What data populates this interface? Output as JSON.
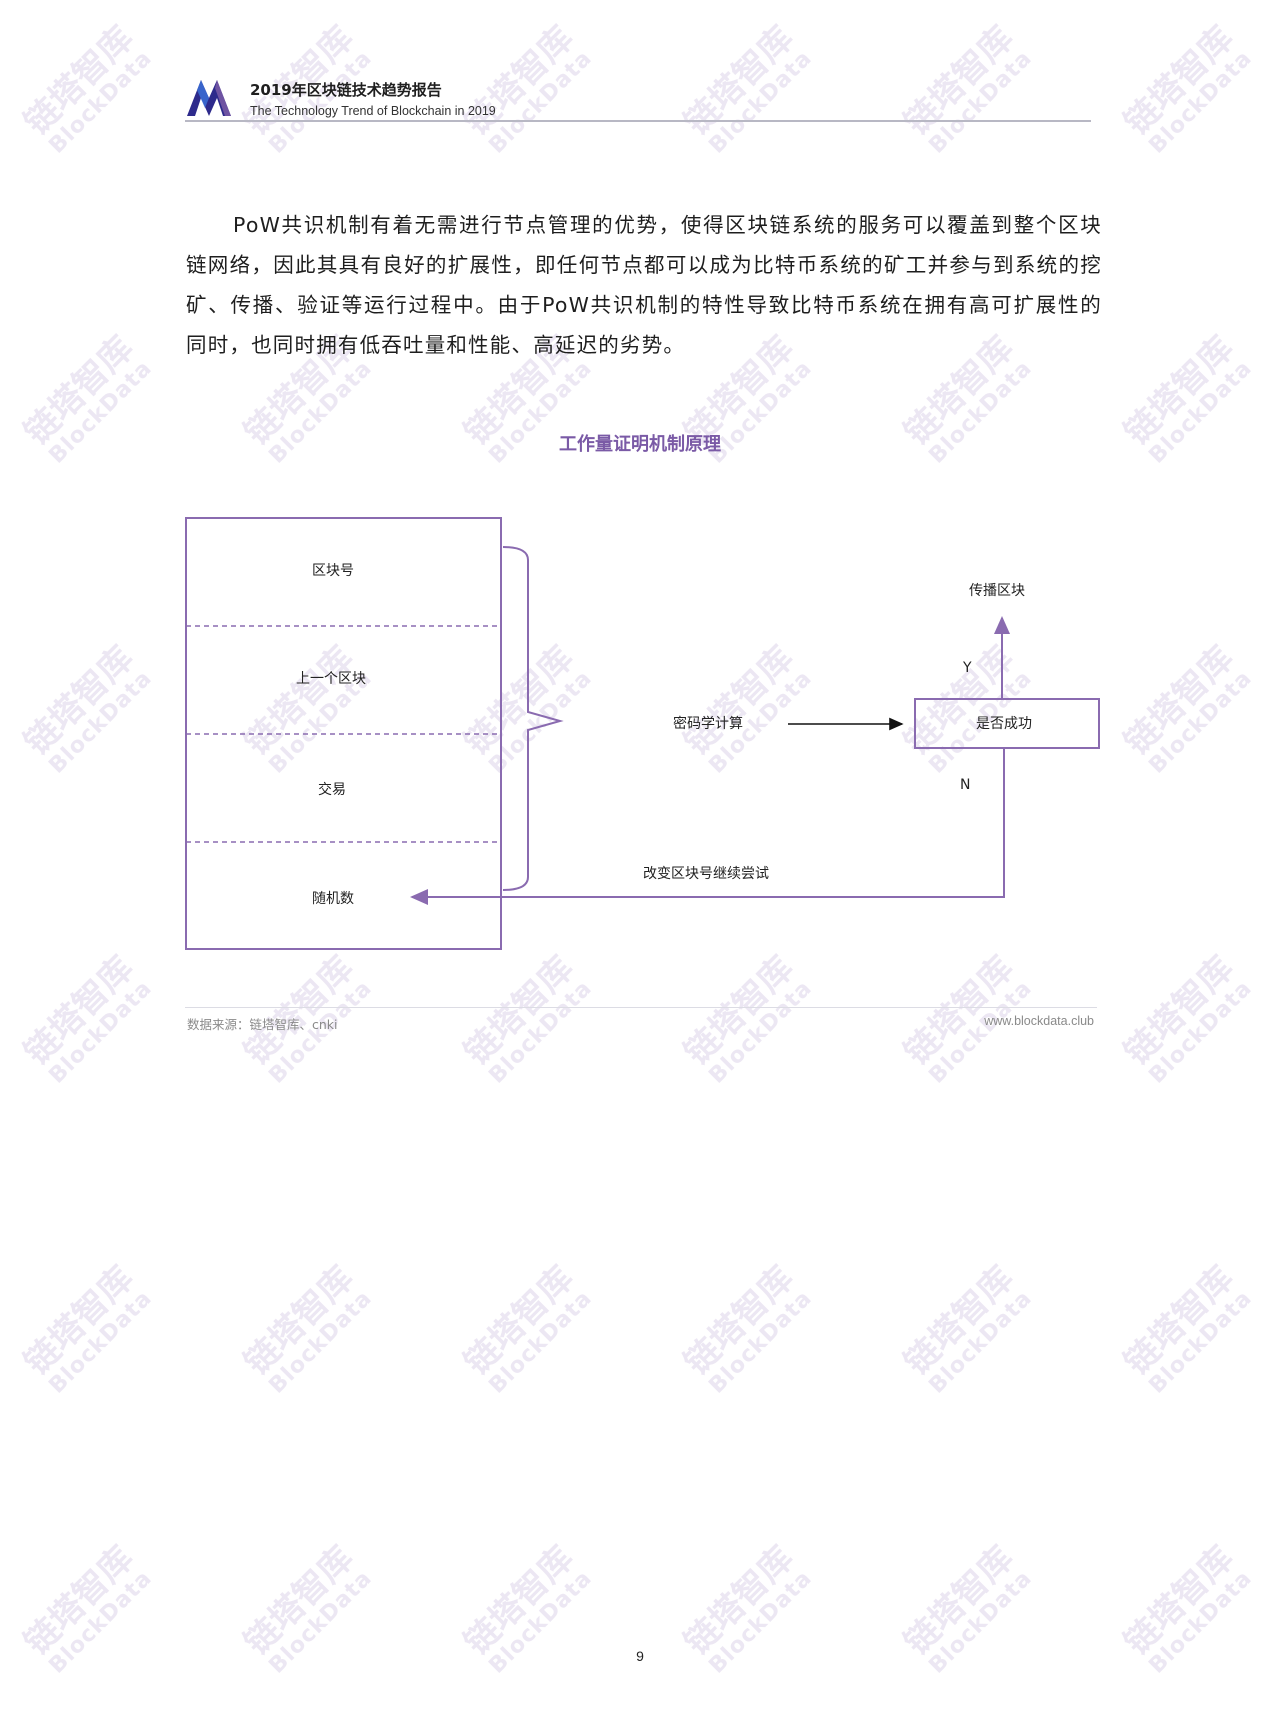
{
  "header": {
    "title": "2019年区块链技术趋势报告",
    "subtitle": "The Technology Trend of Blockchain in 2019"
  },
  "body": {
    "paragraph": "PoW共识机制有着无需进行节点管理的优势，使得区块链系统的服务可以覆盖到整个区块链网络，因此其具有良好的扩展性，即任何节点都可以成为比特币系统的矿工并参与到系统的挖矿、传播、验证等运行过程中。由于PoW共识机制的特性导致比特币系统在拥有高可扩展性的同时，也同时拥有低吞吐量和性能、高延迟的劣势。"
  },
  "diagram": {
    "title": "工作量证明机制原理",
    "block_fields": [
      "区块号",
      "上一个区块",
      "交易",
      "随机数"
    ],
    "compute_label": "密码学计算",
    "decision_label": "是否成功",
    "yes_label": "Y",
    "no_label": "N",
    "success_label": "传播区块",
    "retry_label": "改变区块号继续尝试"
  },
  "watermark": {
    "cn": "链塔智库",
    "en": "BlockData"
  },
  "footer": {
    "source": "数据来源：链塔智库、cnki",
    "url": "www.blockdata.club"
  },
  "page_number": "9",
  "colors": {
    "accent_purple": "#8a6bb0",
    "title_purple": "#7a5aa6",
    "watermark": "#ece7f3",
    "logo_dark": "#2d2a8c",
    "logo_blue": "#3b6fd6"
  }
}
